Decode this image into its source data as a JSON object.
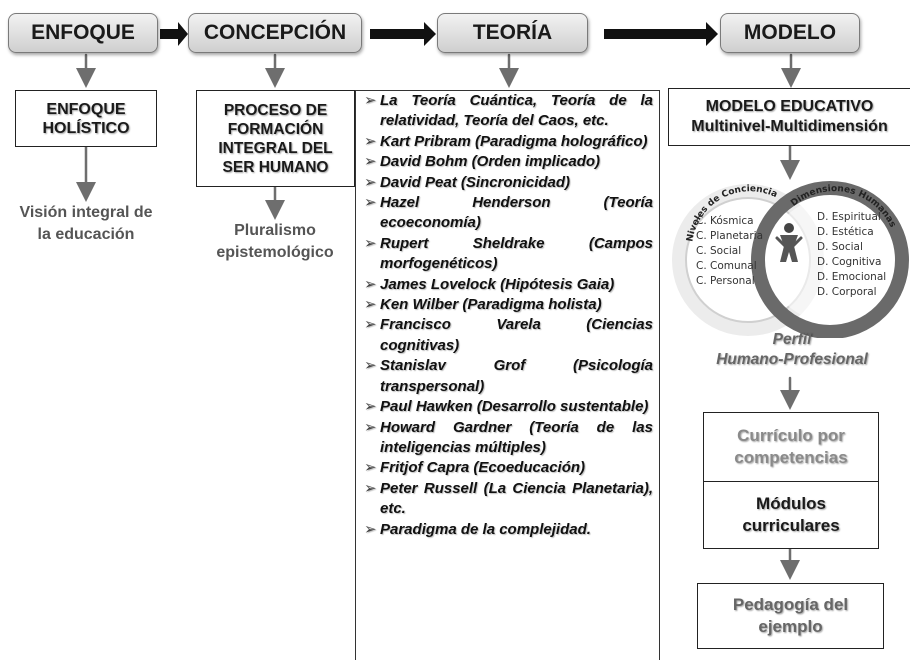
{
  "headers": {
    "enfoque": "ENFOQUE",
    "concepcion": "CONCEPCIÓN",
    "teoria": "TEORÍA",
    "modelo": "MODELO"
  },
  "enfoque_box": "ENFOQUE\nHOLÍSTICO",
  "enfoque_caption": "Visión integral de\nla educación",
  "concepcion_box": "PROCESO DE\nFORMACIÓN\nINTEGRAL DEL\nSER HUMANO",
  "concepcion_caption": "Pluralismo\nepistemológico",
  "theories": [
    "La Teoría Cuántica, Teoría de la relatividad, Teoría del Caos, etc.",
    "Kart Pribram (Paradigma holográfico)",
    "David Bohm (Orden implicado)",
    "David Peat (Sincronicidad)",
    "Hazel Henderson (Teoría ecoeconomía)",
    "Rupert Sheldrake (Campos morfogenéticos)",
    "James Lovelock (Hipótesis Gaia)",
    "Ken Wilber (Paradigma holista)",
    "Francisco Varela (Ciencias cognitivas)",
    "Stanislav Grof (Psicología transpersonal)",
    "Paul Hawken (Desarrollo sustentable)",
    "Howard Gardner (Teoría de las inteligencias múltiples)",
    "Fritjof Capra (Ecoeducación)",
    "Peter Russell (La Ciencia Planetaria), etc.",
    "Paradigma de la complejidad."
  ],
  "modelo_title": "MODELO EDUCATIVO",
  "modelo_subtitle": "Multinivel-Multidimensión",
  "niveles_title": "Niveles de Conciencia",
  "dimensiones_title": "Dimensiones Humanas",
  "niveles": [
    "C. Kósmica",
    "C. Planetaria",
    "C. Social",
    "C. Comunal",
    "C. Personal"
  ],
  "dimensiones": [
    "D. Espiritual",
    "D. Estética",
    "D. Social",
    "D. Cognitiva",
    "D. Emocional",
    "D. Corporal"
  ],
  "perfil": "Perfil\nHumano-Profesional",
  "curriculo": "Currículo por\ncompetencias",
  "modulos": "Módulos\ncurriculares",
  "pedagogia": "Pedagogía del\nejemplo",
  "colors": {
    "header_fill": "#dcdcdc",
    "caption_gray": "#555555",
    "muted_gray": "#8a8a8a",
    "arrow": "#6e6e6e"
  }
}
